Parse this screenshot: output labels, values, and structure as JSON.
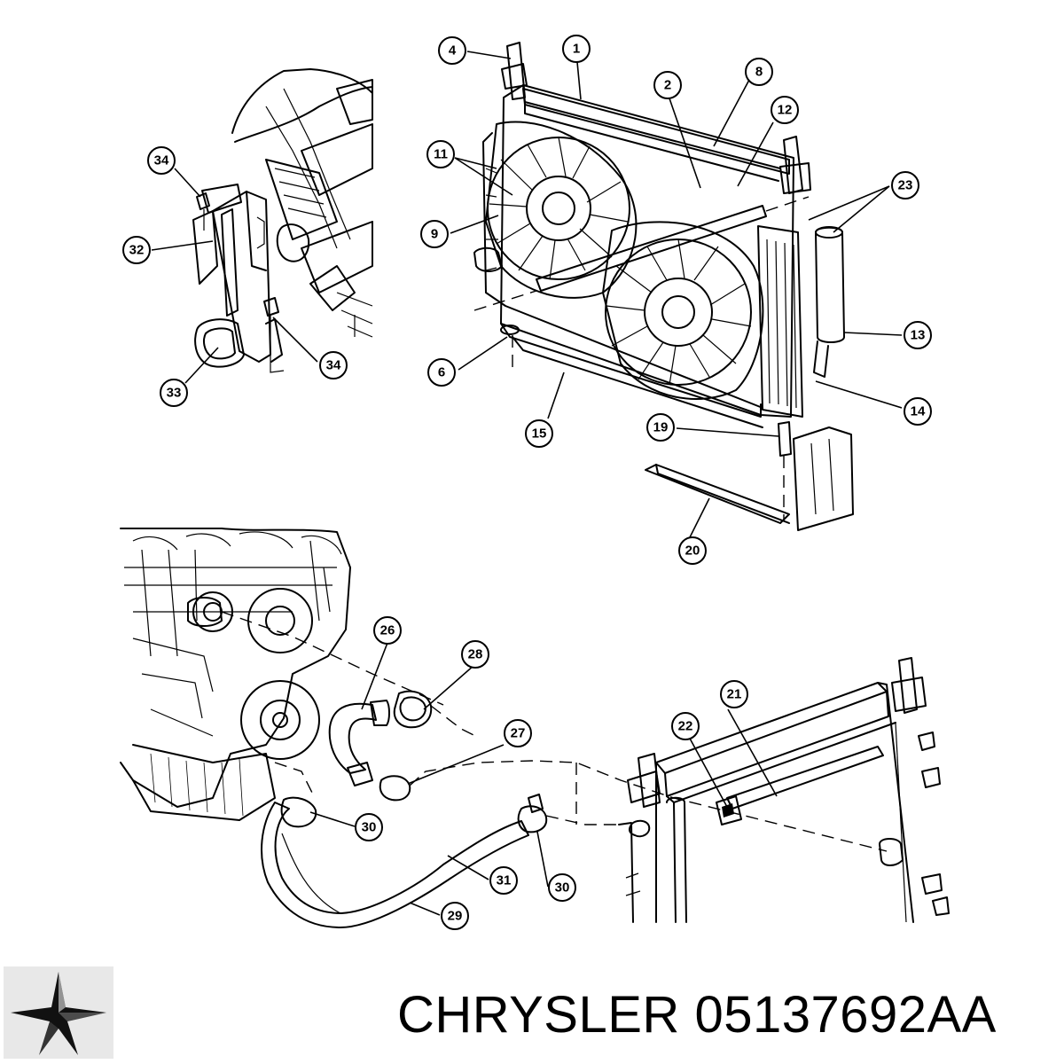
{
  "brand": "CHRYSLER",
  "part_number": "05137692AA",
  "logo_icon": "chrysler-pentastar-icon",
  "callouts": [
    "4",
    "1",
    "2",
    "8",
    "12",
    "11",
    "9",
    "23",
    "6",
    "15",
    "19",
    "13",
    "14",
    "20",
    "34",
    "32",
    "34",
    "33",
    "26",
    "28",
    "27",
    "21",
    "22",
    "30",
    "31",
    "30",
    "29"
  ]
}
